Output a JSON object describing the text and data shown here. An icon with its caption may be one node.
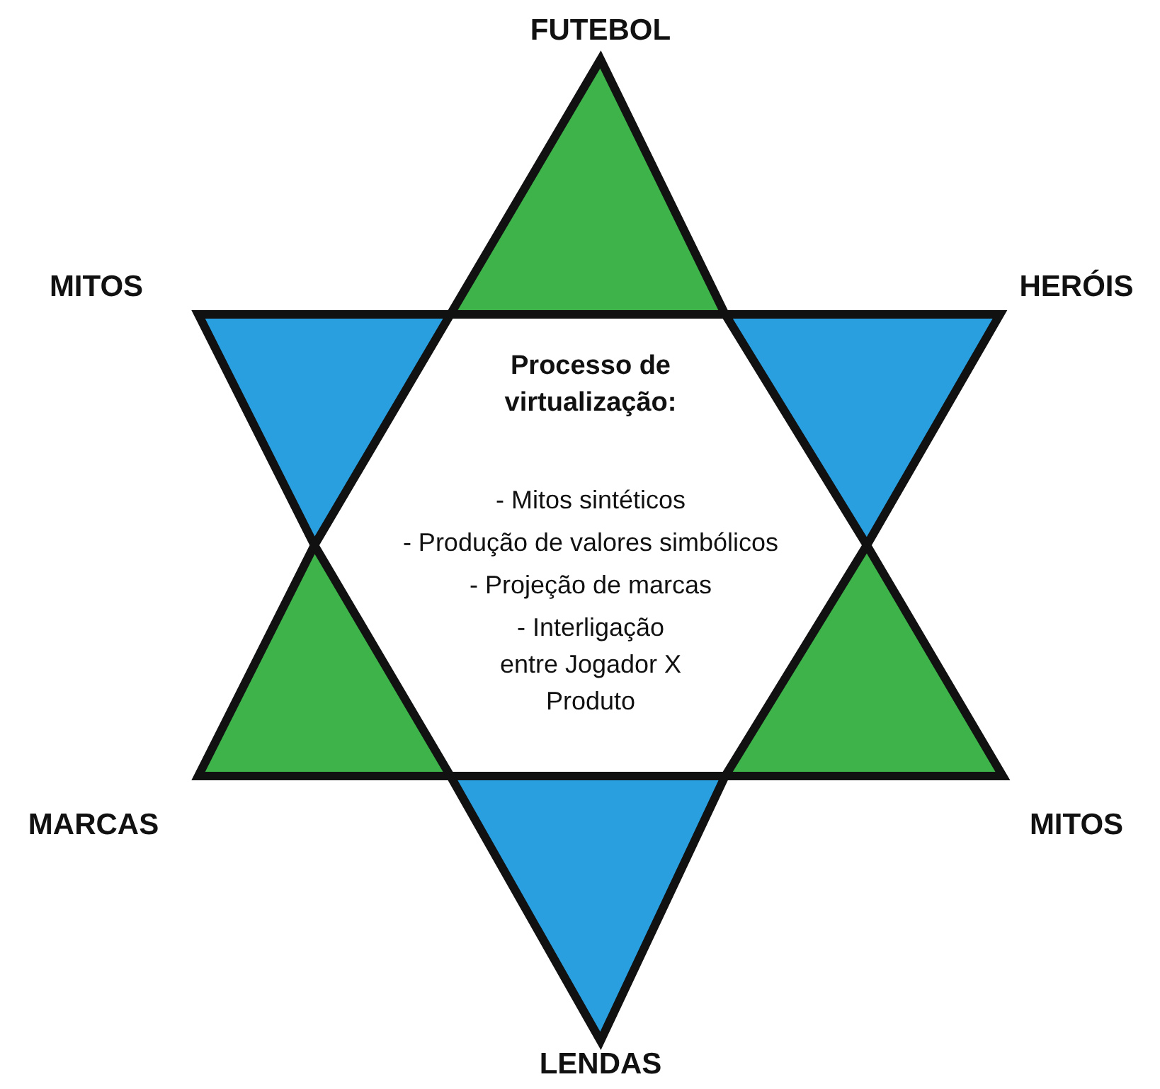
{
  "diagram": {
    "nodes": [
      {
        "text": [
          "FUTEBOL"
        ]
      },
      {
        "text": [
          "MITOS"
        ]
      },
      {
        "text": [
          "HERÓIS"
        ]
      },
      {
        "text": [
          "Processo de virtualização:",
          "- Mitos sintéticos",
          "- Produção de valores simbólicos",
          "- Projeção de marcas",
          "- Interligação entre Jogador X Produto"
        ]
      },
      {
        "text": [
          "MARCAS"
        ]
      },
      {
        "text": [
          "MITOS"
        ]
      },
      {
        "text": [
          "LENDAS"
        ]
      }
    ],
    "edges": []
  }
}
